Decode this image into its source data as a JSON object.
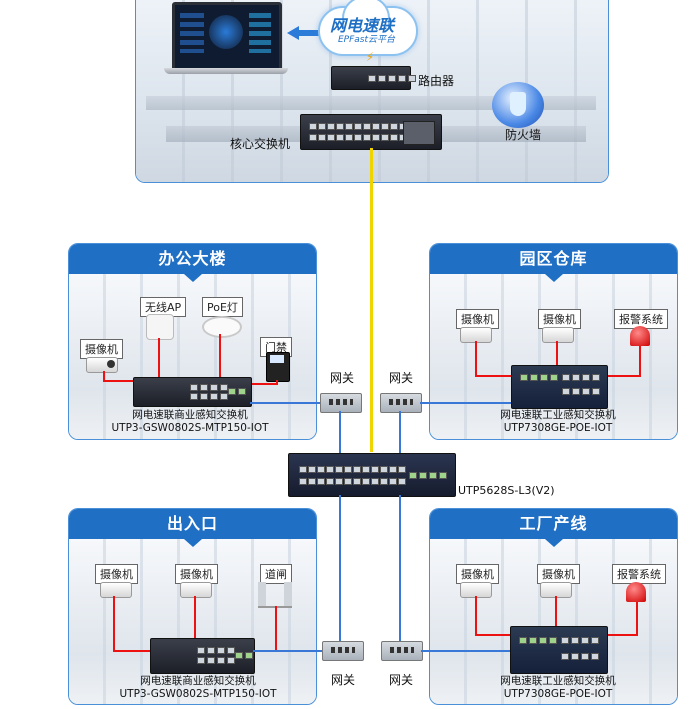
{
  "cloud": {
    "brand": "网电速联",
    "subtitle": "EPFast云平台"
  },
  "top": {
    "router": "路由器",
    "core_switch": "核心交换机",
    "firewall": "防火墙"
  },
  "sections": {
    "office": {
      "title": "办公大楼",
      "wireless_ap": "无线AP",
      "poe_light": "PoE灯",
      "camera": "摄像机",
      "access_control": "门禁",
      "switch_name": "网电速联商业感知交换机",
      "switch_model": "UTP3-GSW0802S-MTP150-IOT"
    },
    "warehouse": {
      "title": "园区仓库",
      "camera_1": "摄像机",
      "camera_2": "摄像机",
      "alarm": "报警系统",
      "switch_name": "网电速联工业感知交换机",
      "switch_model": "UTP7308GE-POE-IOT"
    },
    "entrance": {
      "title": "出入口",
      "camera_1": "摄像机",
      "camera_2": "摄像机",
      "barrier": "道闸",
      "switch_name": "网电速联商业感知交换机",
      "switch_model": "UTP3-GSW0802S-MTP150-IOT"
    },
    "factory": {
      "title": "工厂产线",
      "camera_1": "摄像机",
      "camera_2": "摄像机",
      "alarm": "报警系统",
      "switch_name": "网电速联工业感知交换机",
      "switch_model": "UTP7308GE-POE-IOT"
    }
  },
  "center": {
    "switch_model": "UTP5628S-L3(V2)"
  },
  "gateways": {
    "top_left": "网关",
    "top_right": "网关",
    "bottom_left": "网关",
    "bottom_right": "网关"
  },
  "colors": {
    "panel_header": "#1f6fc5",
    "panel_border": "#4a90d9",
    "fiber": "#f0d400",
    "power": "#e11111",
    "network": "#3a78d8"
  }
}
